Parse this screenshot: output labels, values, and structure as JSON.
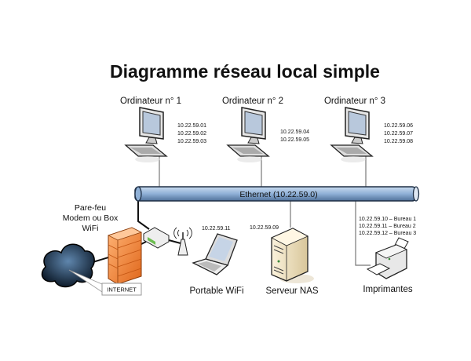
{
  "title": "Diagramme réseau local simple",
  "computers": [
    {
      "label": "Ordinateur n° 1",
      "ips": [
        "10.22.59.01",
        "10.22.59.02",
        "10.22.59.03"
      ]
    },
    {
      "label": "Ordinateur n° 2",
      "ips": [
        "10.22.59.04",
        "10.22.59.05"
      ]
    },
    {
      "label": "Ordinateur n° 3",
      "ips": [
        "10.22.59.06",
        "10.22.59.07",
        "10.22.59.08"
      ]
    }
  ],
  "ethernet": {
    "label": "Ethernet (10.22.59.0)",
    "color": "#8fb0d6"
  },
  "firewall": {
    "label_lines": [
      "Pare-feu",
      "Modem ou Box",
      "WiFi"
    ],
    "color": "#f08a3c"
  },
  "internet": {
    "label": "INTERNET",
    "color": "#2c4a6a"
  },
  "laptop": {
    "label": "Portable WiFi",
    "ip": "10.22.59.11"
  },
  "server": {
    "label": "Serveur NAS",
    "ip": "10.22.59.09"
  },
  "printers": {
    "label": "Imprimantes",
    "ips": [
      "10.22.59.10 – Bureau 1",
      "10.22.59.11 – Bureau 2",
      "10.22.59.12 – Bureau 3"
    ]
  }
}
